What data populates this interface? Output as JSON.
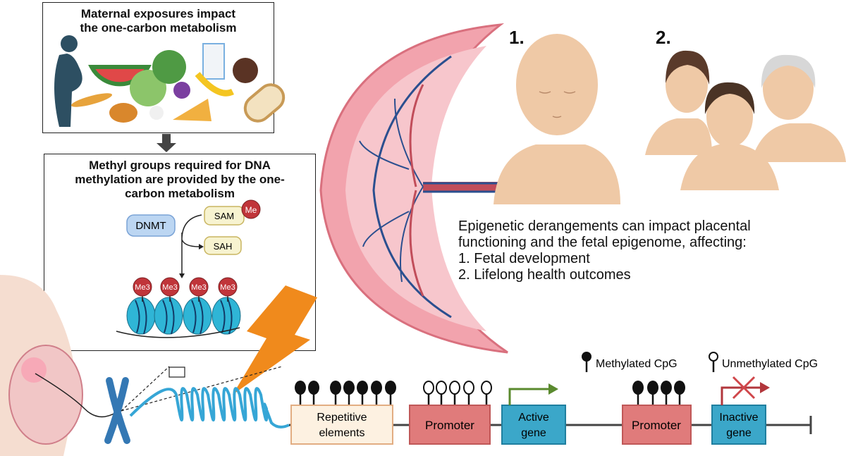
{
  "panel_exposures": {
    "title": "Maternal exposures impact the one-carbon metabolism"
  },
  "panel_methyl": {
    "title": "Methyl groups required for DNA methylation are provided by the one-carbon metabolism",
    "dnmt": "DNMT",
    "sam": "SAM",
    "sah": "SAH",
    "me": "Me",
    "me3": "Me3"
  },
  "outcomes": {
    "label_1": "1.",
    "label_2": "2.",
    "text_lines": [
      "Epigenetic derangements can impact placental",
      "functioning and the fetal epigenome, affecting:",
      "1. Fetal development",
      "2. Lifelong health outcomes"
    ]
  },
  "legend": {
    "methylated": "Methylated CpG",
    "unmethylated": "Unmethylated CpG"
  },
  "gene_track": {
    "repetitive": [
      "Repetitive",
      "elements"
    ],
    "promoter_1": "Promoter",
    "active_gene": [
      "Active",
      "gene"
    ],
    "promoter_2": "Promoter",
    "inactive_gene": [
      "Inactive",
      "gene"
    ]
  },
  "colors": {
    "promoter": "#e07b7b",
    "gene": "#3ba7c9",
    "repetitive": "#fdf1e1",
    "me_circle": "#c0353a",
    "sam_box": "#f7f3d0",
    "dnmt_box": "#bcd6f2",
    "lightning": "#f08a1c",
    "placenta": "#f2a3ad",
    "vessel": "#2b4f8f",
    "active_arrow": "#5a8a2e",
    "inactive_arrow": "#b2373c"
  }
}
